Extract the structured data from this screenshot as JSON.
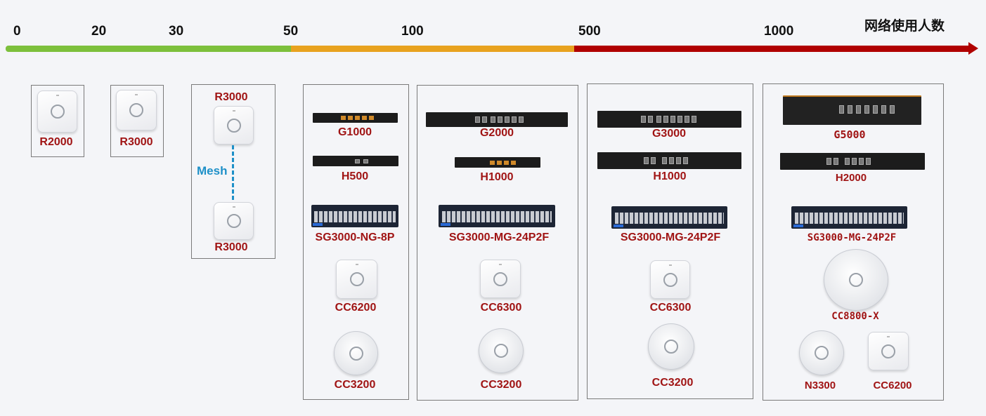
{
  "axis": {
    "title": "网络使用人数",
    "ticks": [
      "0",
      "20",
      "30",
      "50",
      "100",
      "500",
      "1000"
    ],
    "colors": {
      "green": "#7dc03c",
      "orange": "#e8a21f",
      "red": "#b00000"
    }
  },
  "mesh_label": "Mesh",
  "groups": {
    "g1": {
      "label": "R2000"
    },
    "g2": {
      "label": "R3000"
    },
    "g3": {
      "top_label": "R3000",
      "bottom_label": "R3000"
    },
    "g4": {
      "router1": "G1000",
      "router2": "H500",
      "switch": "SG3000-NG-8P",
      "ap1": "CC6200",
      "ap2": "CC3200"
    },
    "g5": {
      "router1": "G2000",
      "router2": "H1000",
      "switch": "SG3000-MG-24P2F",
      "ap1": "CC6300",
      "ap2": "CC3200"
    },
    "g6": {
      "router1": "G3000",
      "router2": "H1000",
      "switch": "SG3000-MG-24P2F",
      "ap1": "CC6300",
      "ap2": "CC3200"
    },
    "g7": {
      "router1": "G5000",
      "router2": "H2000",
      "switch": "SG3000-MG-24P2F",
      "ap1": "CC8800-X",
      "ap2": "N3300",
      "ap3": "CC6200"
    }
  }
}
